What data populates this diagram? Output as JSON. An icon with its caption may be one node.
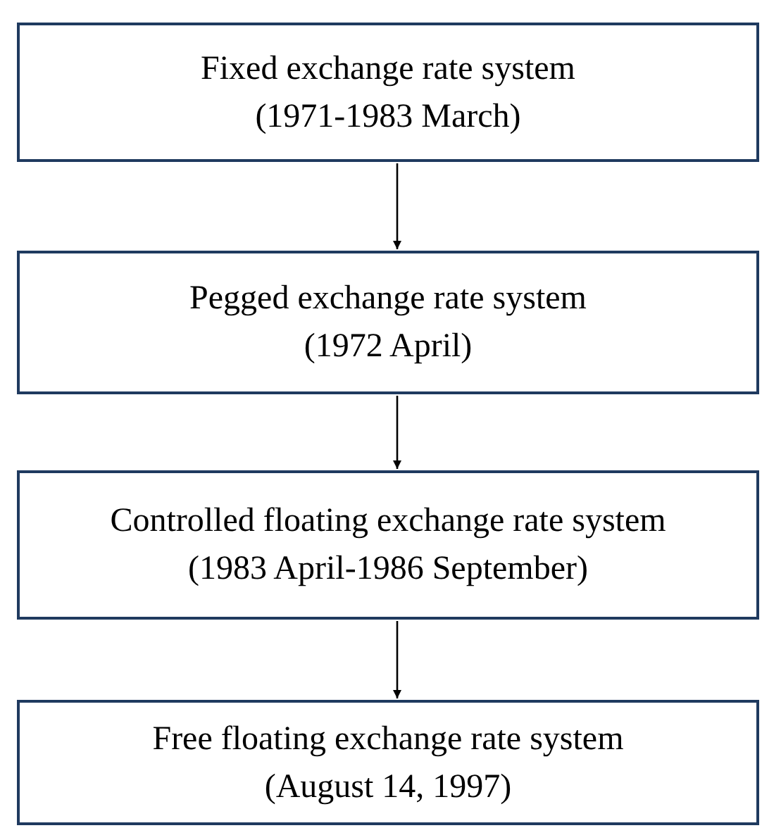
{
  "diagram": {
    "nodes": [
      {
        "text": [
          "Fixed exchange rate system",
          "(1971-1983 March)"
        ]
      },
      {
        "text": [
          "Pegged exchange rate system",
          "(1972 April)"
        ]
      },
      {
        "text": [
          "Controlled floating exchange rate system",
          "(1983 April-1986 September)"
        ]
      },
      {
        "text": [
          "Free floating exchange rate system",
          "(August 14, 1997)"
        ]
      }
    ],
    "edges": [
      {
        "from": 0,
        "to": 1,
        "arrow": "to"
      },
      {
        "from": 1,
        "to": 2,
        "arrow": "to"
      },
      {
        "from": 2,
        "to": 3,
        "arrow": "to"
      }
    ]
  }
}
